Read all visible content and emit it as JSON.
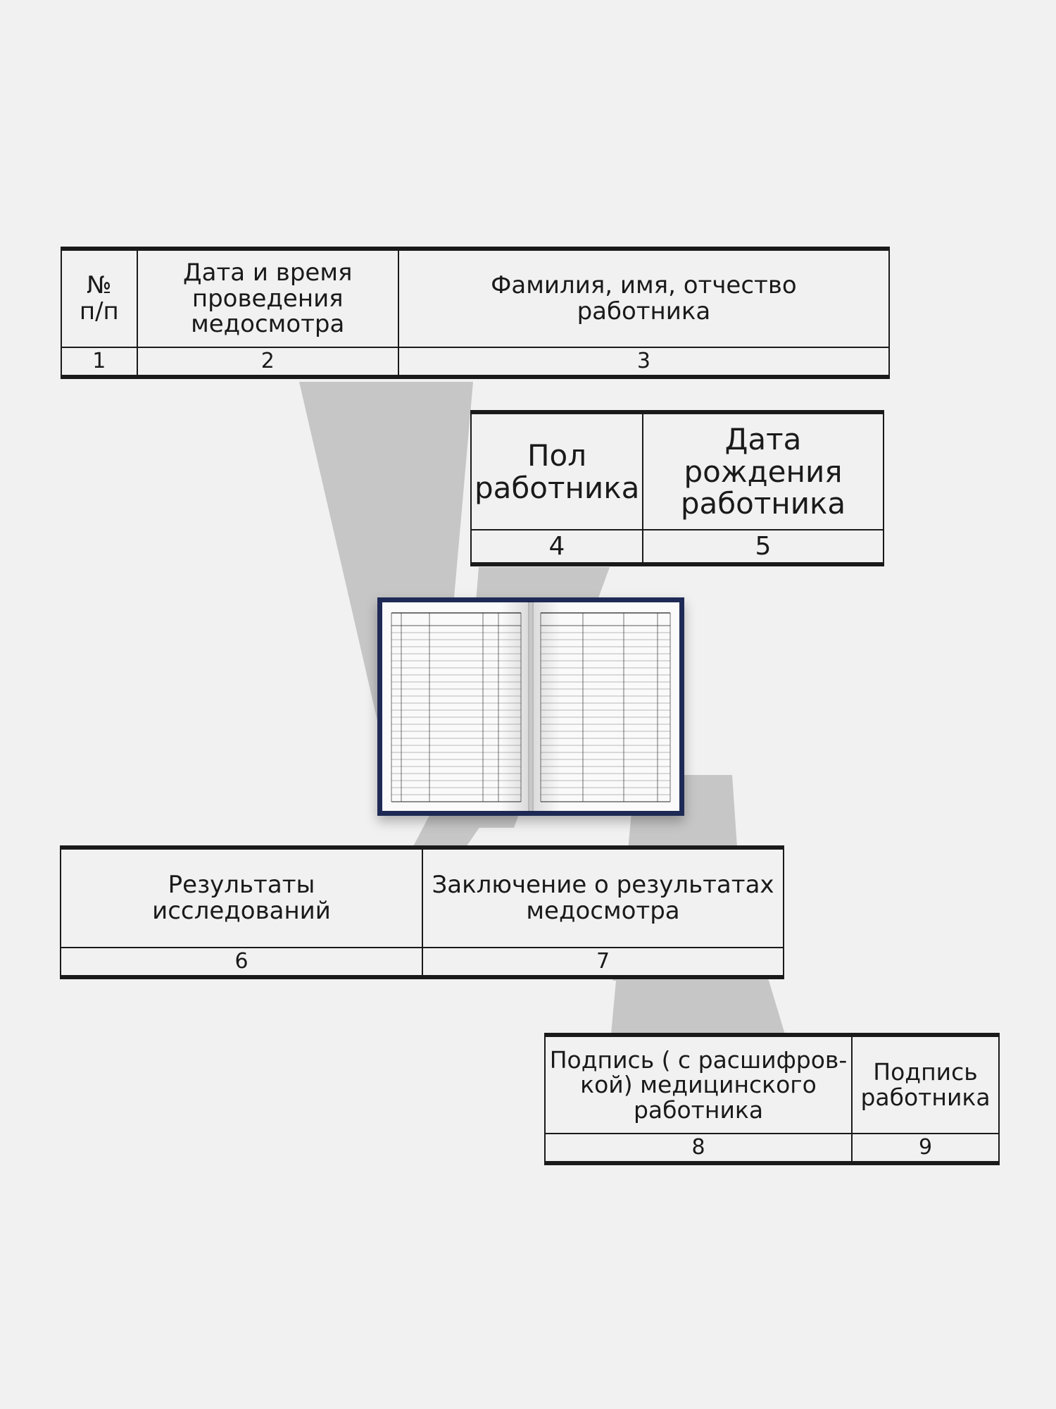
{
  "tables": {
    "t1": {
      "headers": [
        "№\nп/п",
        "Дата и время\nпроведения\nмедосмотра",
        "Фамилия, имя, отчество\nработника"
      ],
      "numbers": [
        "1",
        "2",
        "3"
      ]
    },
    "t2": {
      "headers": [
        "Пол\nработника",
        "Дата\nрождения\nработника"
      ],
      "numbers": [
        "4",
        "5"
      ]
    },
    "t3": {
      "headers": [
        "Результаты\nисследований",
        "Заключение о результатах\nмедосмотра"
      ],
      "numbers": [
        "6",
        "7"
      ]
    },
    "t4": {
      "headers": [
        "Подпись ( с расшифров-\nкой) медицинского\nработника",
        "Подпись\nработника"
      ],
      "numbers": [
        "8",
        "9"
      ]
    }
  },
  "colors": {
    "background": "#f1f1f1",
    "lines": "#1a1a1a",
    "beams": "#c6c6c6",
    "book_cover": "#1e2a55"
  }
}
